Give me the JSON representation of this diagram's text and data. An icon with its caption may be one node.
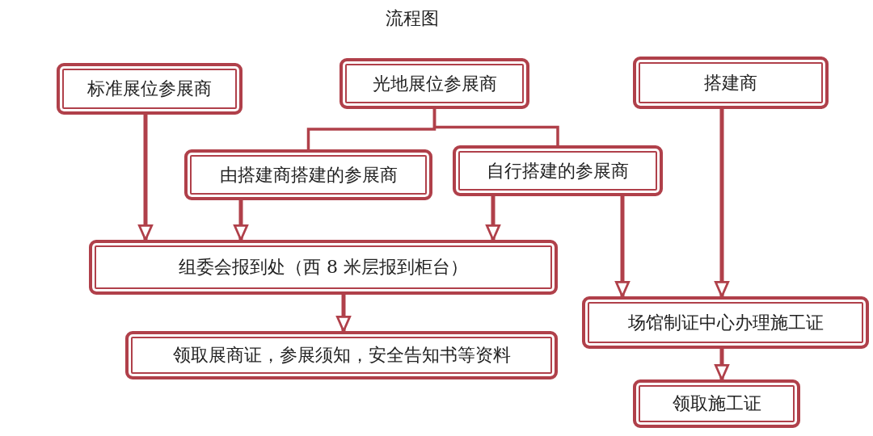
{
  "diagram": {
    "title": "流程图",
    "nodes": [
      {
        "text": [
          "标准展位参展商"
        ]
      },
      {
        "text": [
          "光地展位参展商"
        ]
      },
      {
        "text": [
          "搭建商"
        ]
      },
      {
        "text": [
          "由搭建商搭建的参展商"
        ]
      },
      {
        "text": [
          "自行搭建的参展商"
        ]
      },
      {
        "text": [
          "组委会报到处（西 8 米层报到柜台）"
        ]
      },
      {
        "text": [
          "场馆制证中心办理施工证"
        ]
      },
      {
        "text": [
          "领取展商证，参展须知，安全告知书等资料"
        ]
      },
      {
        "text": [
          "领取施工证"
        ]
      }
    ],
    "edges": [
      {
        "from": 1,
        "to": 3,
        "arrow": "none"
      },
      {
        "from": 1,
        "to": 4,
        "arrow": "none"
      },
      {
        "from": 0,
        "to": 5,
        "arrow": "to"
      },
      {
        "from": 3,
        "to": 5,
        "arrow": "to"
      },
      {
        "from": 4,
        "to": 5,
        "arrow": "to"
      },
      {
        "from": 4,
        "to": 6,
        "arrow": "to"
      },
      {
        "from": 2,
        "to": 6,
        "arrow": "to"
      },
      {
        "from": 5,
        "to": 7,
        "arrow": "to"
      },
      {
        "from": 6,
        "to": 8,
        "arrow": "to"
      }
    ]
  }
}
